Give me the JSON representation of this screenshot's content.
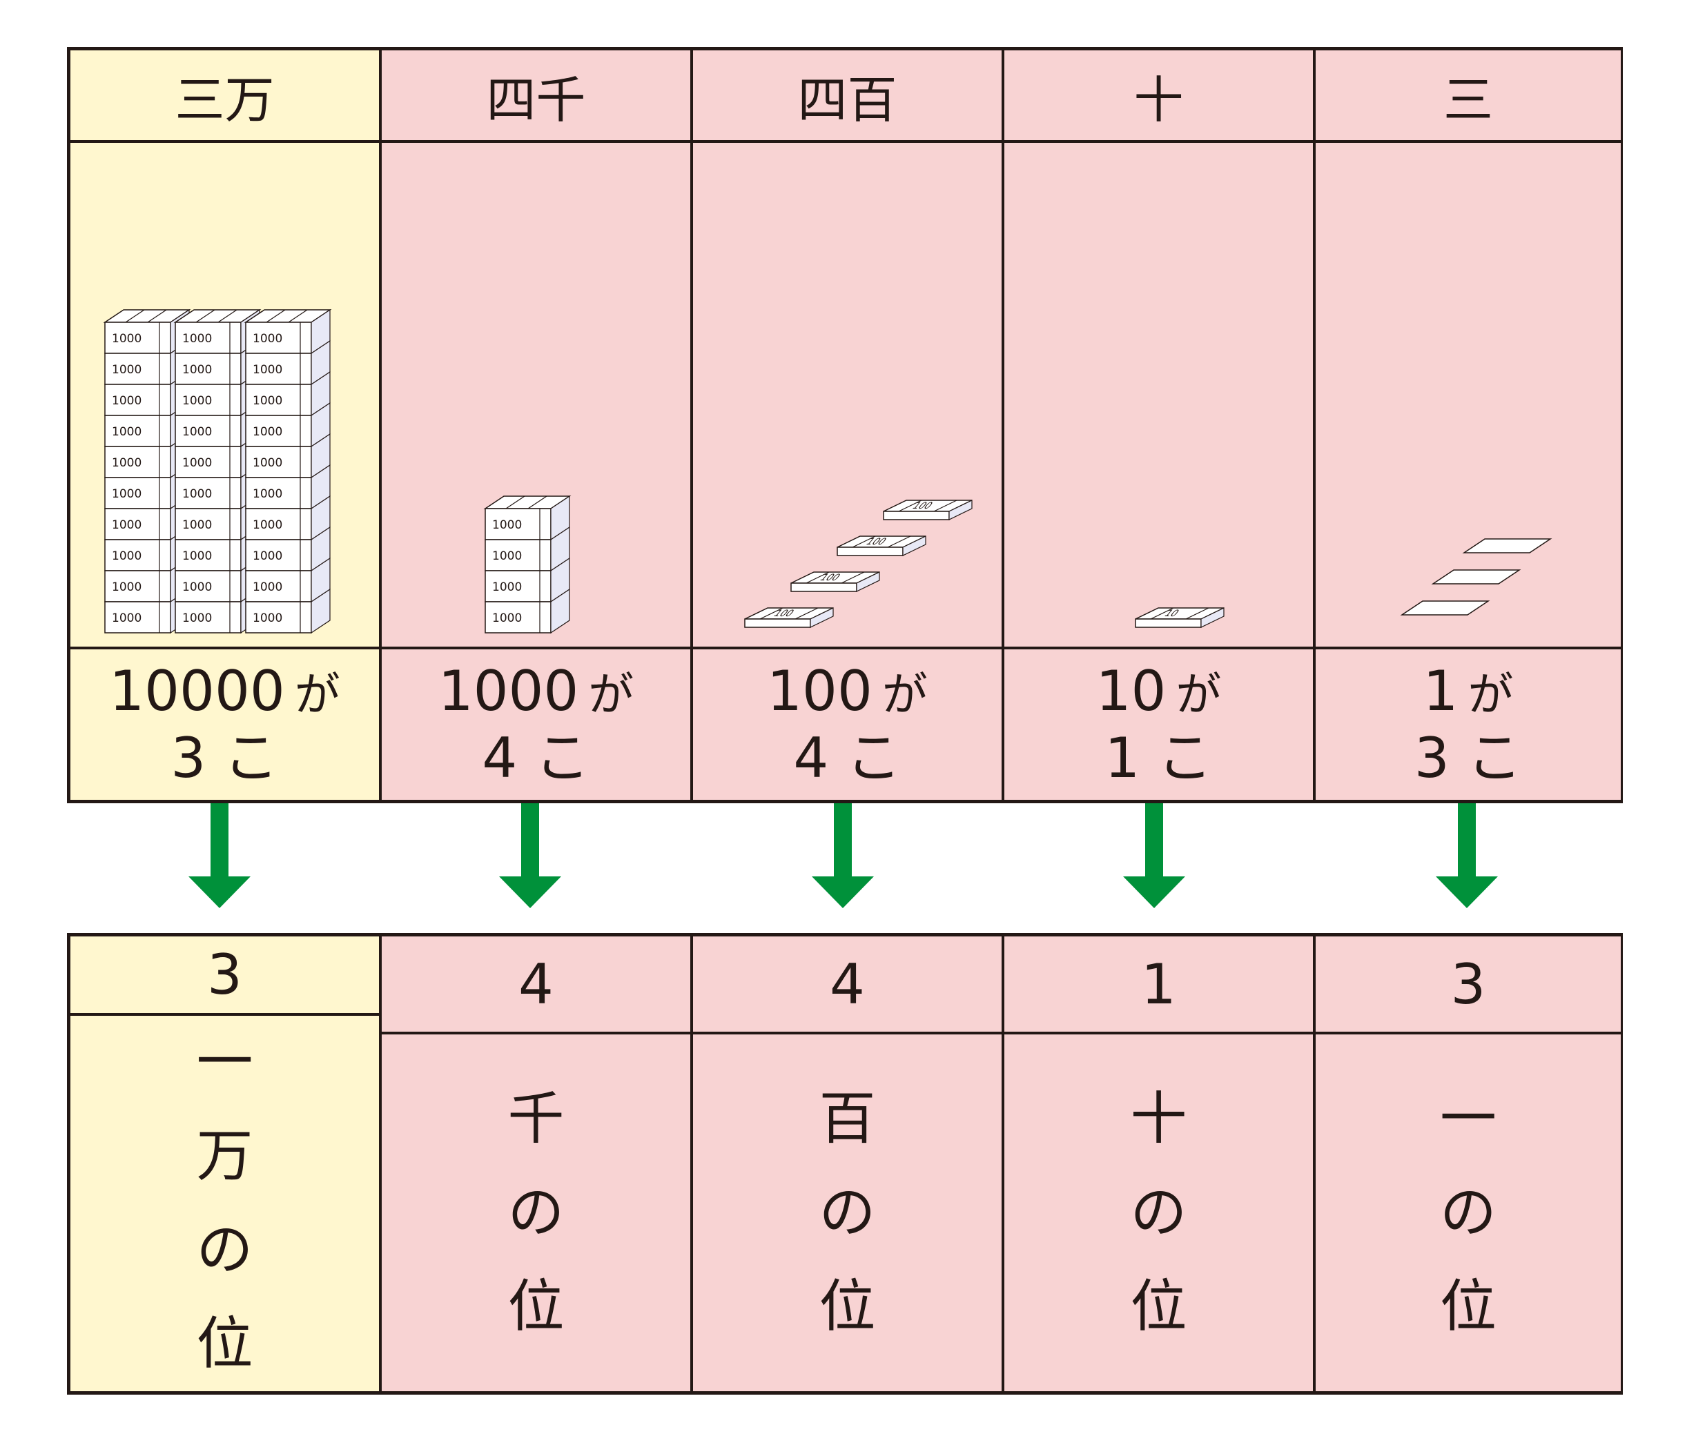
{
  "columns": [
    {
      "kanji": "三万",
      "count_label": "10000",
      "ga": "が",
      "count": "3",
      "ko": "こ",
      "digit": "3",
      "place": [
        "一",
        "万",
        "の",
        "位"
      ],
      "note": "1000",
      "bundles": 3,
      "color": "#fff7cf"
    },
    {
      "kanji": "四千",
      "count_label": "1000",
      "ga": "が",
      "count": "4",
      "ko": "こ",
      "digit": "4",
      "place": [
        "千",
        "の",
        "位"
      ],
      "note": "1000",
      "bundles": 1,
      "color": "#f8d3d3"
    },
    {
      "kanji": "四百",
      "count_label": "100",
      "ga": "が",
      "count": "4",
      "ko": "こ",
      "digit": "4",
      "place": [
        "百",
        "の",
        "位"
      ],
      "note": "100",
      "bundles": 4,
      "color": "#f8d3d3"
    },
    {
      "kanji": "十",
      "count_label": "10",
      "ga": "が",
      "count": "1",
      "ko": "こ",
      "digit": "1",
      "place": [
        "十",
        "の",
        "位"
      ],
      "note": "10",
      "bundles": 1,
      "color": "#f8d3d3"
    },
    {
      "kanji": "三",
      "count_label": "1",
      "ga": "が",
      "count": "3",
      "ko": "こ",
      "digit": "3",
      "place": [
        "一",
        "の",
        "位"
      ],
      "note": "",
      "bundles": 3,
      "color": "#f8d3d3"
    }
  ],
  "arrow_color": "#00913a"
}
